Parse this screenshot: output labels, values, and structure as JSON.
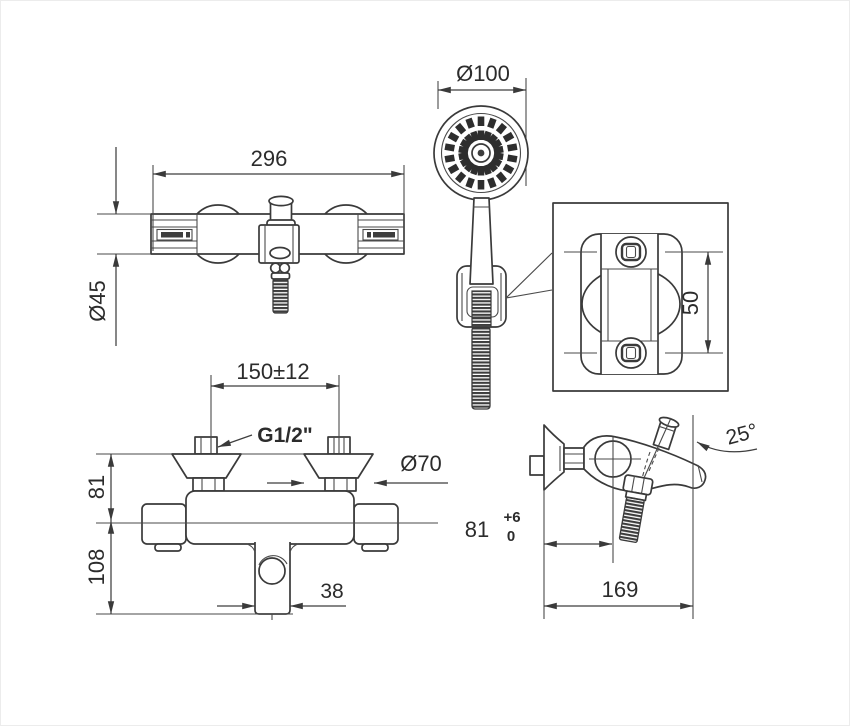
{
  "colors": {
    "background": "#ffffff",
    "line": "#3a3a3a",
    "text": "#2c2c2c"
  },
  "views": {
    "bar_front": {
      "length_dim": "296",
      "bar_diameter_dim": "Ø45"
    },
    "hand_shower": {
      "head_diameter_dim": "Ø100"
    },
    "wall_bracket_detail": {
      "hole_spacing_dim": "50"
    },
    "mixer_front": {
      "inlet_spacing_dim": "150±12",
      "inlet_thread_label": "G1/2\"",
      "escutcheon_diameter_dim": "Ø70",
      "inlet_to_center_dim": "81",
      "center_to_bottom_dim": "108",
      "spout_width_dim": "38"
    },
    "mixer_side": {
      "handle_angle_dim": "25°",
      "wall_to_outlet_dim": "81",
      "wall_to_outlet_tol_upper": "+6",
      "wall_to_outlet_tol_lower": "0",
      "wall_to_spout_dim": "169"
    }
  }
}
